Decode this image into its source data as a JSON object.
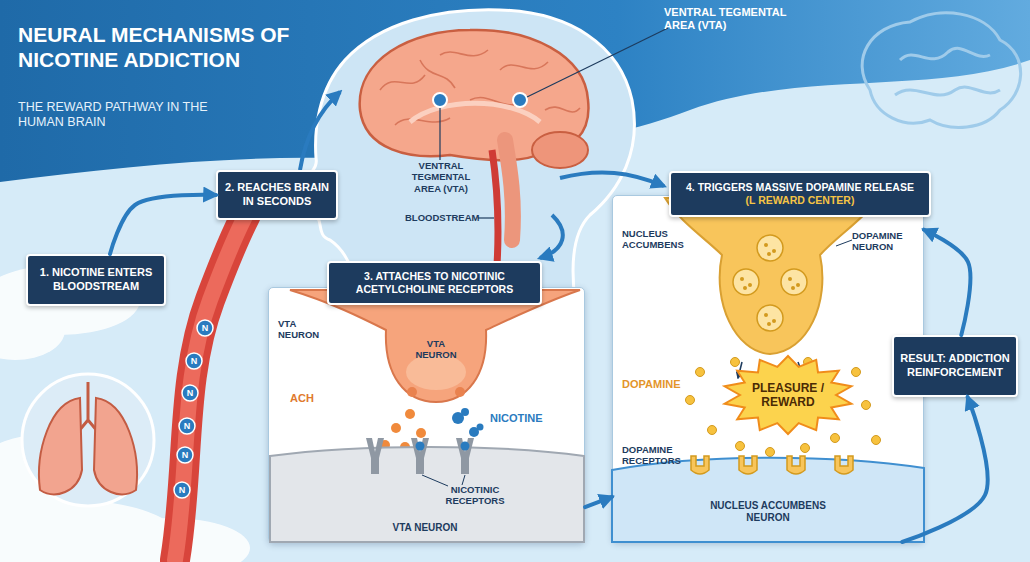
{
  "diagram": {
    "title": "NEURAL MECHANISMS OF NICOTINE ADDICTION",
    "nodes": [
      {
        "text": [
          "1. NICOTINE ENTERS BLOODSTREAM"
        ]
      },
      {
        "text": [
          "2. REACHES BRAIN IN SECONDS"
        ]
      },
      {
        "text": [
          "3. ATTACHES TO NICOTINIC ACETYLCHOLINE RECEPTORS"
        ]
      },
      {
        "text": [
          "4. TRIGGERS MASSIVE DOPAMINE RELEASE",
          "(L REWARD CENTER)"
        ]
      },
      {
        "text": [
          "PLEASURE / REWARD"
        ],
        "in": 3
      },
      {
        "text": [
          "RESULT: ADDICTION REINFORCEMENT"
        ]
      }
    ],
    "edges": [
      {
        "from": 0,
        "to": 1,
        "arrow": "to"
      },
      {
        "from": 2,
        "to": 3,
        "arrow": "to"
      },
      {
        "from": 3,
        "to": 5,
        "arrow": "to"
      },
      {
        "from": 5,
        "to": 3,
        "arrow": "to"
      }
    ],
    "labels": [
      "THE REWARD PATHWAY IN THE HUMAN BRAIN",
      "VENTRAL TEGMENTAL AREA (VTA)",
      "VENTRAL TEGMENTAL AREA (VTA)",
      "BLOODSTREAM",
      "VTA NEURON",
      "VTA NEURON",
      "ACH",
      "NICOTINE",
      "NICOTINIC RECEPTORS",
      "VTA NEURON",
      "NUCLEUS ACCUMBENS",
      "DOPAMINE NEURON",
      "DOPAMINE",
      "DOPAMINE RECEPTORS",
      "NUCLEUS ACCUMBENS NEURON",
      "N",
      "N",
      "N",
      "N",
      "N",
      "N"
    ]
  }
}
